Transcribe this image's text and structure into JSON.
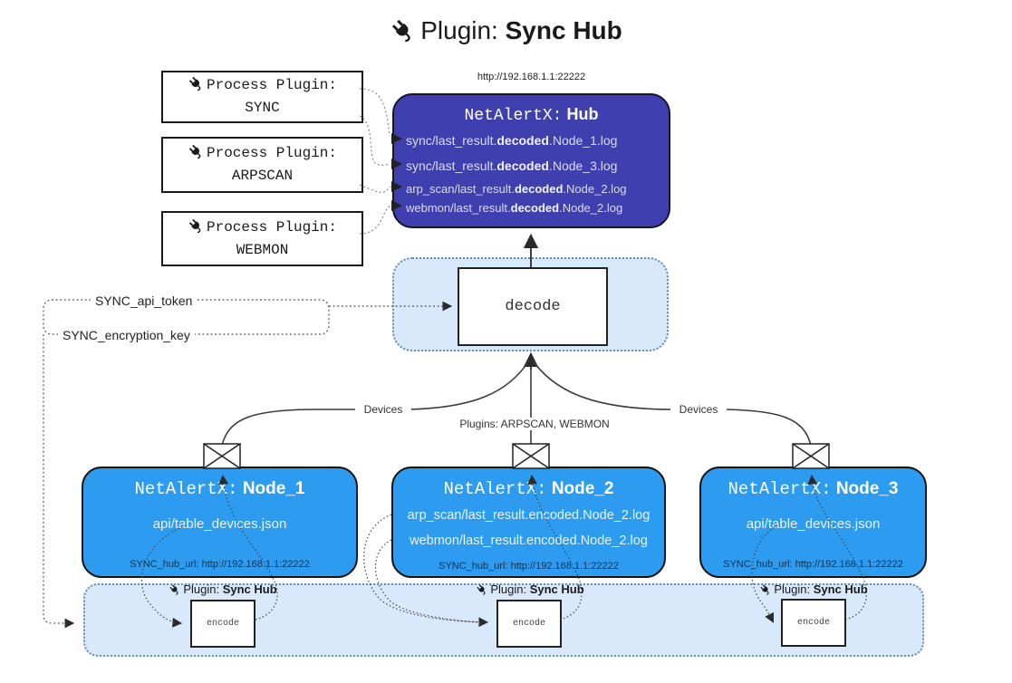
{
  "title": {
    "icon": "plug-icon",
    "prefix": "Plugin:",
    "name": "Sync Hub"
  },
  "hub": {
    "url": "http://192.168.1.1:22222",
    "title_prefix": "NetAlertX:",
    "title_name": "Hub",
    "logs": [
      {
        "pre": "sync/last_result.",
        "bold": "decoded",
        "post": ".Node_1.log"
      },
      {
        "pre": "sync/last_result.",
        "bold": "decoded",
        "post": ".Node_3.log"
      },
      {
        "pre": "arp_scan/last_result.",
        "bold": "decoded",
        "post": ".Node_2.log"
      },
      {
        "pre": "webmon/last_result.",
        "bold": "decoded",
        "post": ".Node_2.log"
      }
    ]
  },
  "process_plugins": [
    {
      "label": "Process Plugin:",
      "name": "SYNC"
    },
    {
      "label": "Process Plugin:",
      "name": "ARPSCAN"
    },
    {
      "label": "Process Plugin:",
      "name": "WEBMON"
    }
  ],
  "settings": {
    "api_token": "SYNC_api_token",
    "encryption_key": "SYNC_encryption_key"
  },
  "decode_label": "decode",
  "edge_labels": {
    "devices_left": "Devices",
    "plugins_center": "Plugins: ARPSCAN, WEBMON",
    "devices_right": "Devices"
  },
  "nodes": [
    {
      "title_prefix": "NetAlertX:",
      "title_name": "Node_1",
      "lines": [
        "api/table_devices.json"
      ],
      "hub_url": "SYNC_hub_url: http://192.168.1.1:22222"
    },
    {
      "title_prefix": "NetAlertX:",
      "title_name": "Node_2",
      "lines": [
        "arp_scan/last_result.encoded.Node_2.log",
        "webmon/last_result.encoded.Node_2.log"
      ],
      "hub_url": "SYNC_hub_url: http://192.168.1.1:22222"
    },
    {
      "title_prefix": "NetAlertX:",
      "title_name": "Node_3",
      "lines": [
        "api/table_devices.json"
      ],
      "hub_url": "SYNC_hub_url: http://192.168.1.1:22222"
    }
  ],
  "sync_badge": {
    "prefix": "Plugin:",
    "name": "Sync Hub"
  },
  "encode_label": "encode",
  "colors": {
    "hub_fill": "#3f3faf",
    "node_fill": "#2d9cf0",
    "panel_fill": "#d8e9fb",
    "panel_border": "#6b8cab",
    "line": "#3a3a3a"
  }
}
